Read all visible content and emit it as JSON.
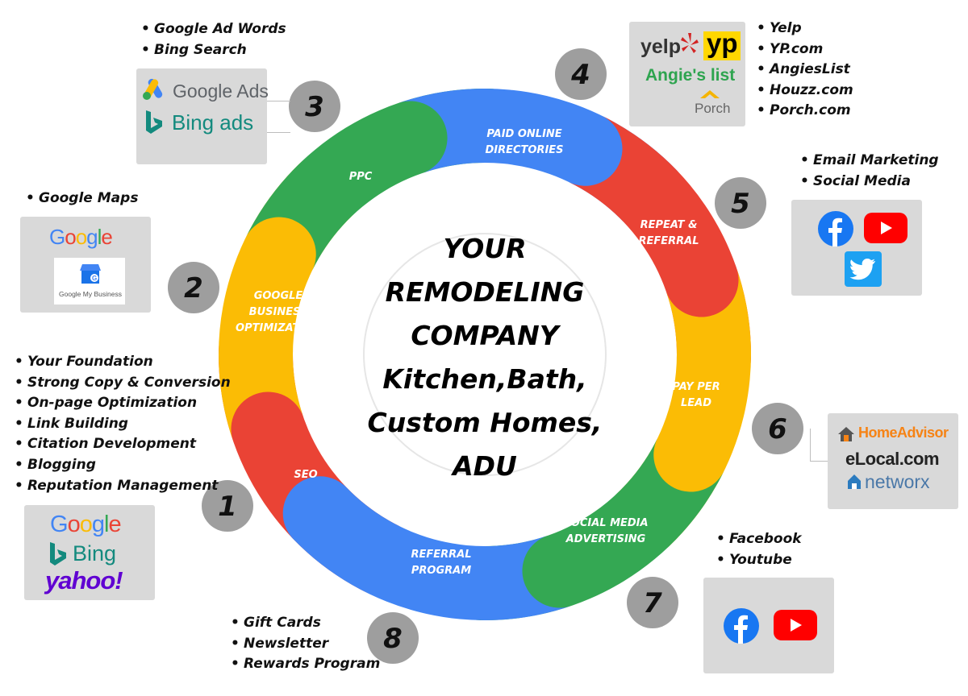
{
  "center": {
    "lines": [
      "YOUR",
      "REMODELING",
      "COMPANY",
      "Kitchen,Bath,",
      "Custom Homes,",
      "ADU"
    ]
  },
  "segments": [
    {
      "num": "1",
      "label_lines": [
        "SEO"
      ],
      "color": "#EA4335"
    },
    {
      "num": "2",
      "label_lines": [
        "GOOGLE",
        "BUSINESS",
        "OPTIMIZATION"
      ],
      "color": "#FBBC05"
    },
    {
      "num": "3",
      "label_lines": [
        "PPC"
      ],
      "color": "#34A853"
    },
    {
      "num": "4",
      "label_lines": [
        "PAID ONLINE",
        "DIRECTORIES"
      ],
      "color": "#4285F4"
    },
    {
      "num": "5",
      "label_lines": [
        "REPEAT &",
        "REFERRAL"
      ],
      "color": "#EA4335"
    },
    {
      "num": "6",
      "label_lines": [
        "PAY PER",
        "LEAD"
      ],
      "color": "#FBBC05"
    },
    {
      "num": "7",
      "label_lines": [
        "SOCIAL MEDIA",
        "ADVERTISING"
      ],
      "color": "#34A853"
    },
    {
      "num": "8",
      "label_lines": [
        "REFERRAL",
        "PROGRAM"
      ],
      "color": "#4285F4"
    }
  ],
  "lists": {
    "seo": [
      "Your Foundation",
      "Strong Copy & Conversion",
      "On-page Optimization",
      "Link Building",
      "Citation Development",
      "Blogging",
      "Reputation Management"
    ],
    "gbo": [
      "Google Maps"
    ],
    "ppc": [
      "Google Ad Words",
      "Bing Search"
    ],
    "directories": [
      "Yelp",
      "YP.com",
      "AngiesList",
      "Houzz.com",
      "Porch.com"
    ],
    "repeat": [
      "Email Marketing",
      "Social Media"
    ],
    "social_ads": [
      "Facebook",
      "Youtube"
    ],
    "referral": [
      "Gift Cards",
      "Newsletter",
      "Rewards Program"
    ]
  },
  "logos": {
    "google": "Google",
    "bing": "Bing",
    "yahoo": "yahoo!",
    "google_ads": "Google Ads",
    "bing_ads": "Bing ads",
    "google_my_business": "Google My Business",
    "yelp": "yelp",
    "yp": "yp",
    "angies_list": "Angie's list",
    "porch": "Porch",
    "home_advisor": "HomeAdvisor",
    "elocal": "eLocal.com",
    "networx": "networx",
    "facebook_icon": "facebook-icon",
    "youtube_icon": "youtube-icon",
    "twitter_icon": "twitter-icon"
  },
  "colors": {
    "red": "#EA4335",
    "yellow": "#FBBC05",
    "green": "#34A853",
    "blue": "#4285F4",
    "badge": "#9e9e9e",
    "panel": "#d9d9d9"
  }
}
